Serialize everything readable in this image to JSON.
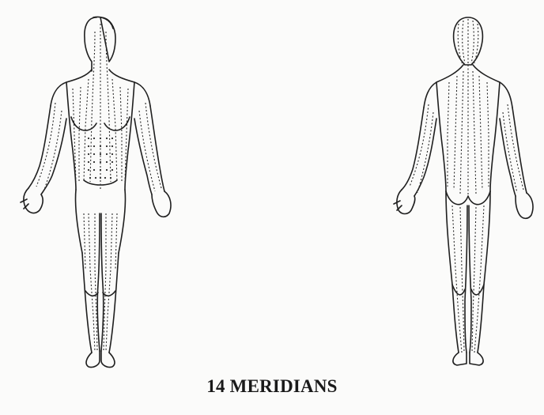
{
  "caption": "14 MERIDIANS",
  "figures": [
    {
      "view": "front",
      "icon": "front-body-figure"
    },
    {
      "view": "back",
      "icon": "back-body-figure"
    }
  ],
  "colors": {
    "ink": "#1a1a1a",
    "paper": "#fbfbfa"
  }
}
